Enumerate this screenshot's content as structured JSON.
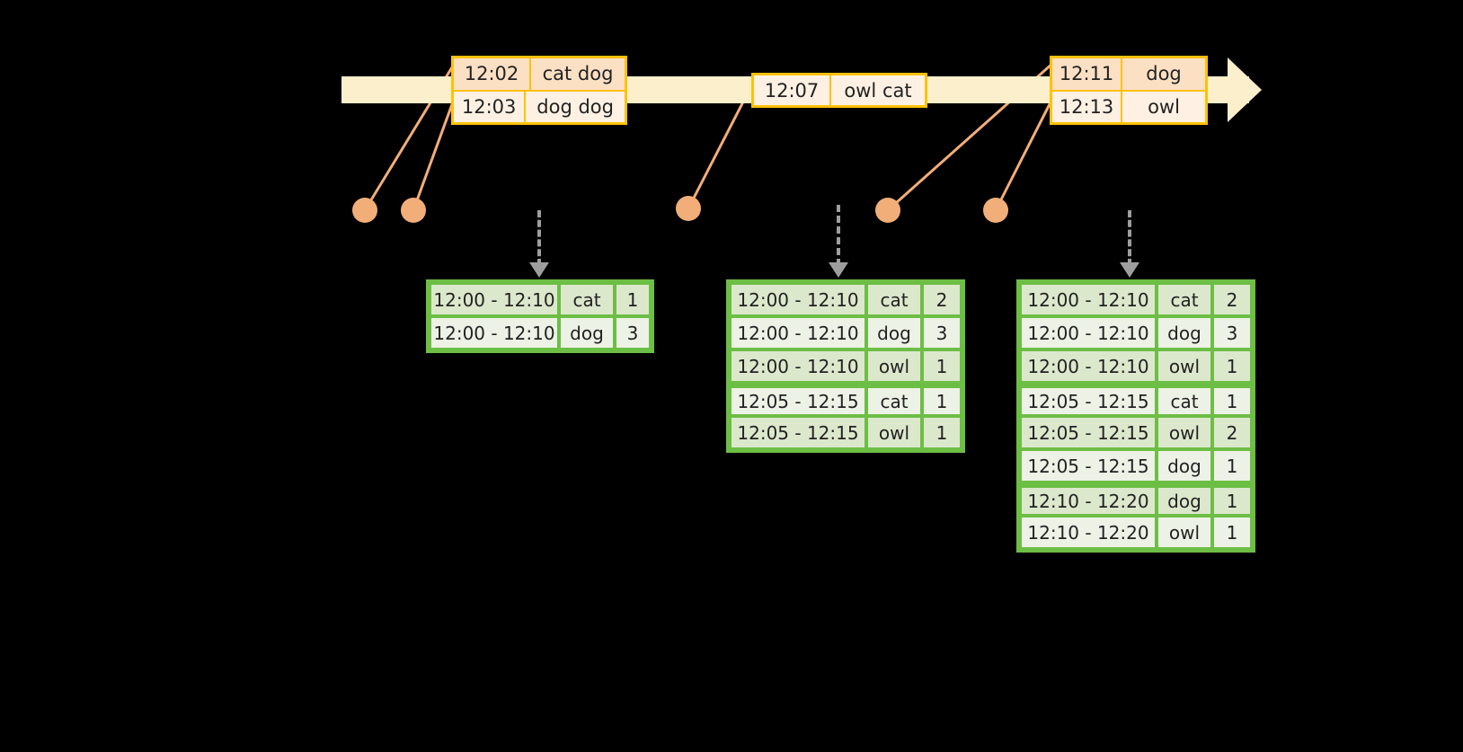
{
  "timeline": {
    "label": "event-stream-timeline",
    "bar_color": "#FCEFCB",
    "border_color": "#FFC107",
    "events": [
      {
        "id": "evt-box-1",
        "rows": [
          {
            "time": "12:02",
            "words": "cat dog"
          },
          {
            "time": "12:03",
            "words": "dog dog"
          }
        ]
      },
      {
        "id": "evt-box-2",
        "rows": [
          {
            "time": "12:07",
            "words": "owl cat"
          }
        ]
      },
      {
        "id": "evt-box-3",
        "rows": [
          {
            "time": "12:11",
            "words": "dog"
          },
          {
            "time": "12:13",
            "words": "owl"
          }
        ]
      }
    ]
  },
  "dots": [
    {
      "name": "dot-1202"
    },
    {
      "name": "dot-1203"
    },
    {
      "name": "dot-1207"
    },
    {
      "name": "dot-1211"
    },
    {
      "name": "dot-1213"
    }
  ],
  "tables": [
    {
      "id": "gtable-1",
      "name": "result-table-1",
      "border_color": "#6DBE45",
      "rows": [
        {
          "window": "12:00 - 12:10",
          "key": "cat",
          "count": "1",
          "sep": false
        },
        {
          "window": "12:00 - 12:10",
          "key": "dog",
          "count": "3",
          "sep": false
        }
      ]
    },
    {
      "id": "gtable-2",
      "name": "result-table-2",
      "border_color": "#6DBE45",
      "rows": [
        {
          "window": "12:00 - 12:10",
          "key": "cat",
          "count": "2",
          "sep": false
        },
        {
          "window": "12:00 - 12:10",
          "key": "dog",
          "count": "3",
          "sep": false
        },
        {
          "window": "12:00 - 12:10",
          "key": "owl",
          "count": "1",
          "sep": false
        },
        {
          "window": "12:05 - 12:15",
          "key": "cat",
          "count": "1",
          "sep": true
        },
        {
          "window": "12:05 - 12:15",
          "key": "owl",
          "count": "1",
          "sep": false
        }
      ]
    },
    {
      "id": "gtable-3",
      "name": "result-table-3",
      "border_color": "#6DBE45",
      "rows": [
        {
          "window": "12:00 - 12:10",
          "key": "cat",
          "count": "2",
          "sep": false
        },
        {
          "window": "12:00 - 12:10",
          "key": "dog",
          "count": "3",
          "sep": false
        },
        {
          "window": "12:00 - 12:10",
          "key": "owl",
          "count": "1",
          "sep": false
        },
        {
          "window": "12:05 - 12:15",
          "key": "cat",
          "count": "1",
          "sep": true
        },
        {
          "window": "12:05 - 12:15",
          "key": "owl",
          "count": "2",
          "sep": false
        },
        {
          "window": "12:05 - 12:15",
          "key": "dog",
          "count": "1",
          "sep": false
        },
        {
          "window": "12:10 - 12:20",
          "key": "dog",
          "count": "1",
          "sep": true
        },
        {
          "window": "12:10 - 12:20",
          "key": "owl",
          "count": "1",
          "sep": false
        }
      ]
    }
  ],
  "colors": {
    "background": "#000000",
    "timeline_fill": "#FCEFCB",
    "timeline_border": "#FFC107",
    "event_dark": "#FCE0C4",
    "event_light": "#FEF1E3",
    "dot": "#F2AE78",
    "leader_line": "#F2AE78",
    "arrow_grey": "#9E9E9E",
    "table_border": "#6DBE45",
    "row_dark": "#DCE8CC",
    "row_light": "#EDF2E6"
  }
}
